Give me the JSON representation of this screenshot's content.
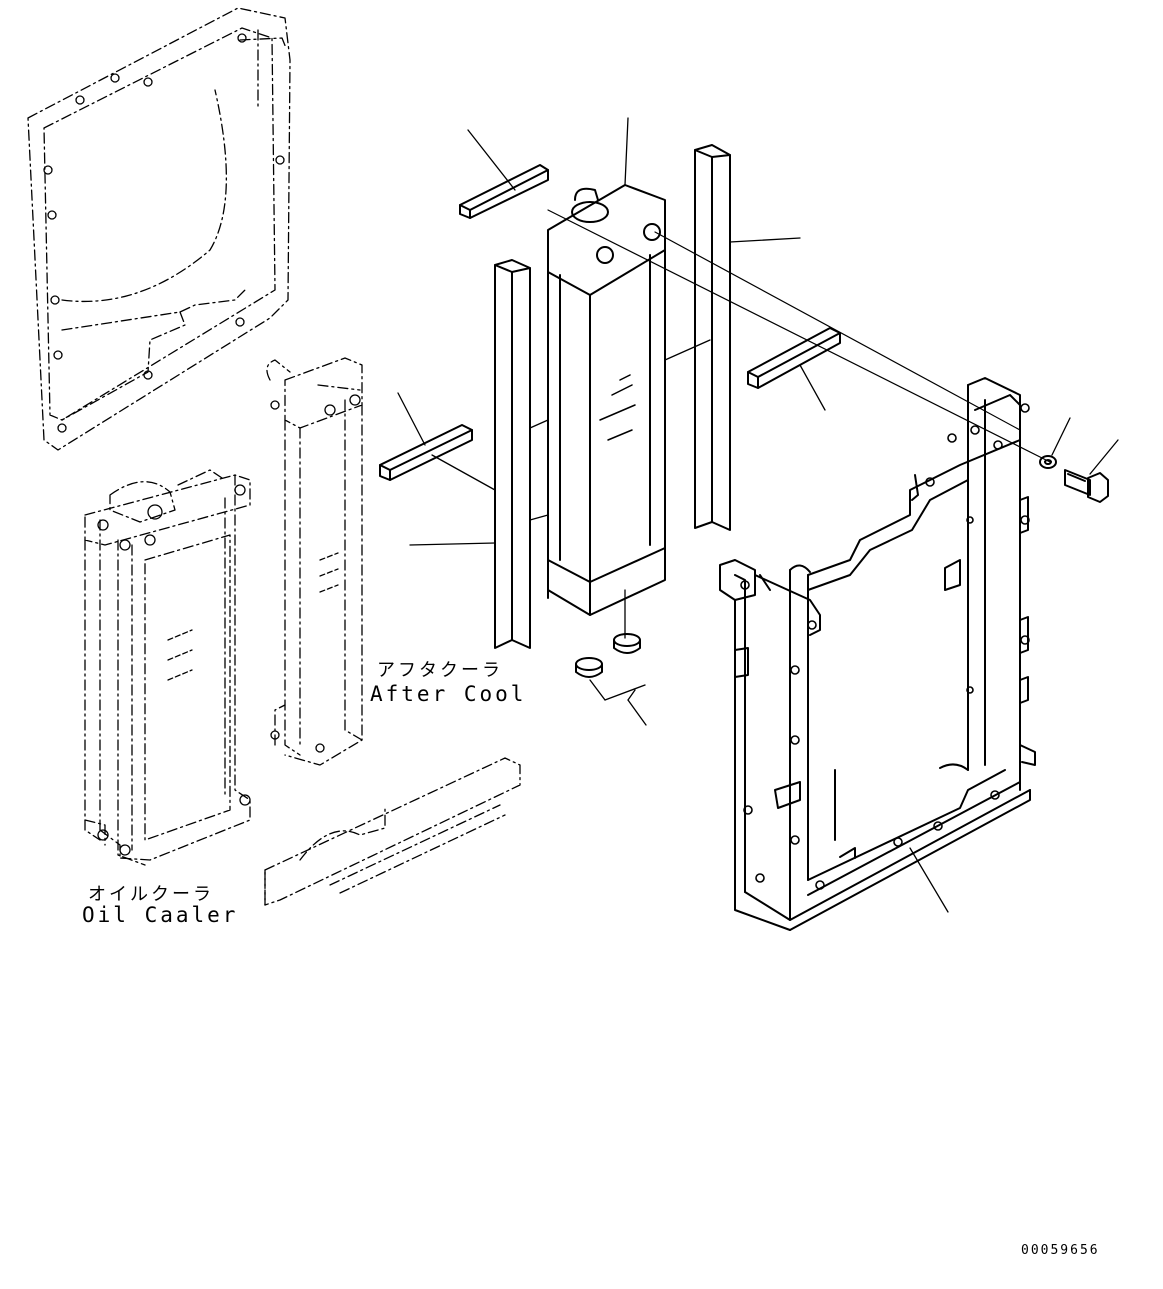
{
  "labels": {
    "aftercooler_jp": "アフタクーラ",
    "aftercooler_en": "After Cool",
    "oilcooler_jp": "オイルクーラ",
    "oilcooler_en": "Oil Caaler"
  },
  "drawing_code": "00059656",
  "colors": {
    "line": "#000000",
    "background": "#ffffff"
  }
}
